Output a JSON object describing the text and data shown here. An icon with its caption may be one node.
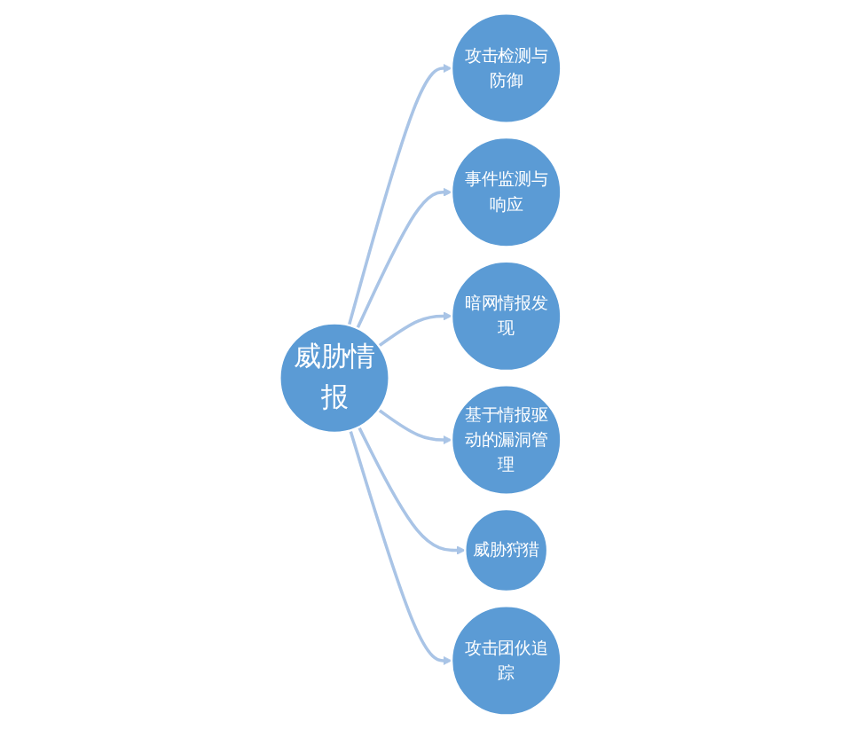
{
  "diagram": {
    "nodes": [
      {
        "text": [
          "威胁情报"
        ]
      },
      {
        "text": [
          "攻击检测与防御"
        ]
      },
      {
        "text": [
          "事件监测与响应"
        ]
      },
      {
        "text": [
          "暗网情报发现"
        ]
      },
      {
        "text": [
          "基于情报驱动的漏洞管理"
        ]
      },
      {
        "text": [
          "威胁狩猎"
        ]
      },
      {
        "text": [
          "攻击团伙追踪"
        ]
      }
    ],
    "edges": [
      {
        "from": 0,
        "to": 1,
        "arrow": "to"
      },
      {
        "from": 0,
        "to": 2,
        "arrow": "to"
      },
      {
        "from": 0,
        "to": 3,
        "arrow": "to"
      },
      {
        "from": 0,
        "to": 4,
        "arrow": "to"
      },
      {
        "from": 0,
        "to": 5,
        "arrow": "to"
      },
      {
        "from": 0,
        "to": 6,
        "arrow": "to"
      }
    ]
  }
}
